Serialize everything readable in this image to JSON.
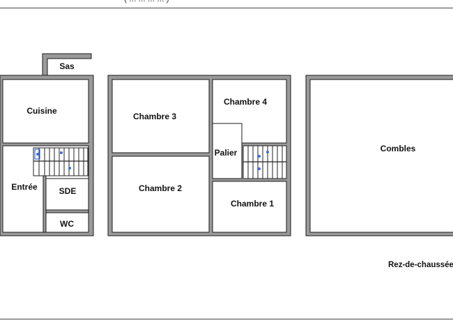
{
  "header_fragment": "( ... ... ... ... )",
  "rooms": {
    "sas": "Sas",
    "cuisine": "Cuisine",
    "entree": "Entrée",
    "sde": "SDE",
    "wc": "WC",
    "chambre3": "Chambre 3",
    "chambre4": "Chambre 4",
    "palier": "Palier",
    "chambre2": "Chambre 2",
    "chambre1": "Chambre 1",
    "combles": "Combles"
  },
  "floor_label": "Rez-de-chaussée",
  "colors": {
    "wall": "#9a9a9a",
    "wall_outline": "#1a1a1a",
    "stair_marker": "#3a6fd8",
    "text": "#111111"
  }
}
